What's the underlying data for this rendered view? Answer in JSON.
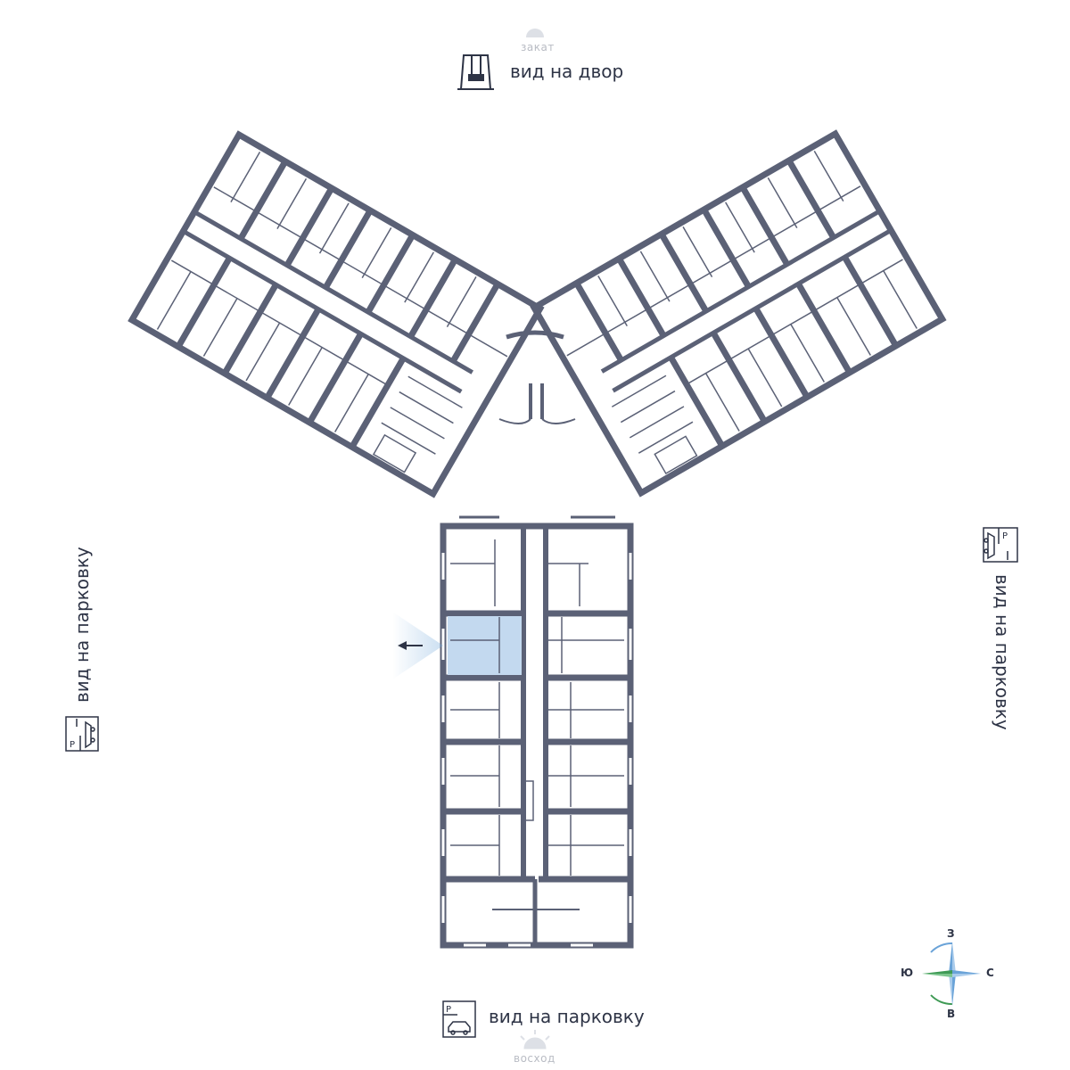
{
  "views": {
    "top": "вид на двор",
    "bottom": "вид на парковку",
    "left": "вид на парковку",
    "right": "вид на парковку"
  },
  "sun": {
    "sunset": "закат",
    "sunrise": "восход"
  },
  "compass": {
    "north": "З",
    "east": "С",
    "south": "В",
    "west": "Ю"
  },
  "icons": {
    "courtyard": "swing-icon",
    "parking": "parking-icon",
    "sunset": "sunset-icon",
    "sunrise": "sunrise-icon",
    "window_view": "view-arrow-icon"
  },
  "colors": {
    "wall": "#5b6176",
    "highlight": "#c3d9ef",
    "accent_green": "#3f9a55",
    "accent_blue": "#6aa3d8"
  }
}
